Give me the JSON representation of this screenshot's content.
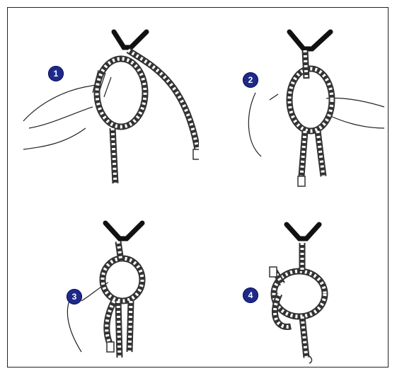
{
  "figure": {
    "badge_color": "#1e2a8a",
    "steps": [
      {
        "number": "1"
      },
      {
        "number": "2"
      },
      {
        "number": "3"
      },
      {
        "number": "4"
      }
    ]
  }
}
